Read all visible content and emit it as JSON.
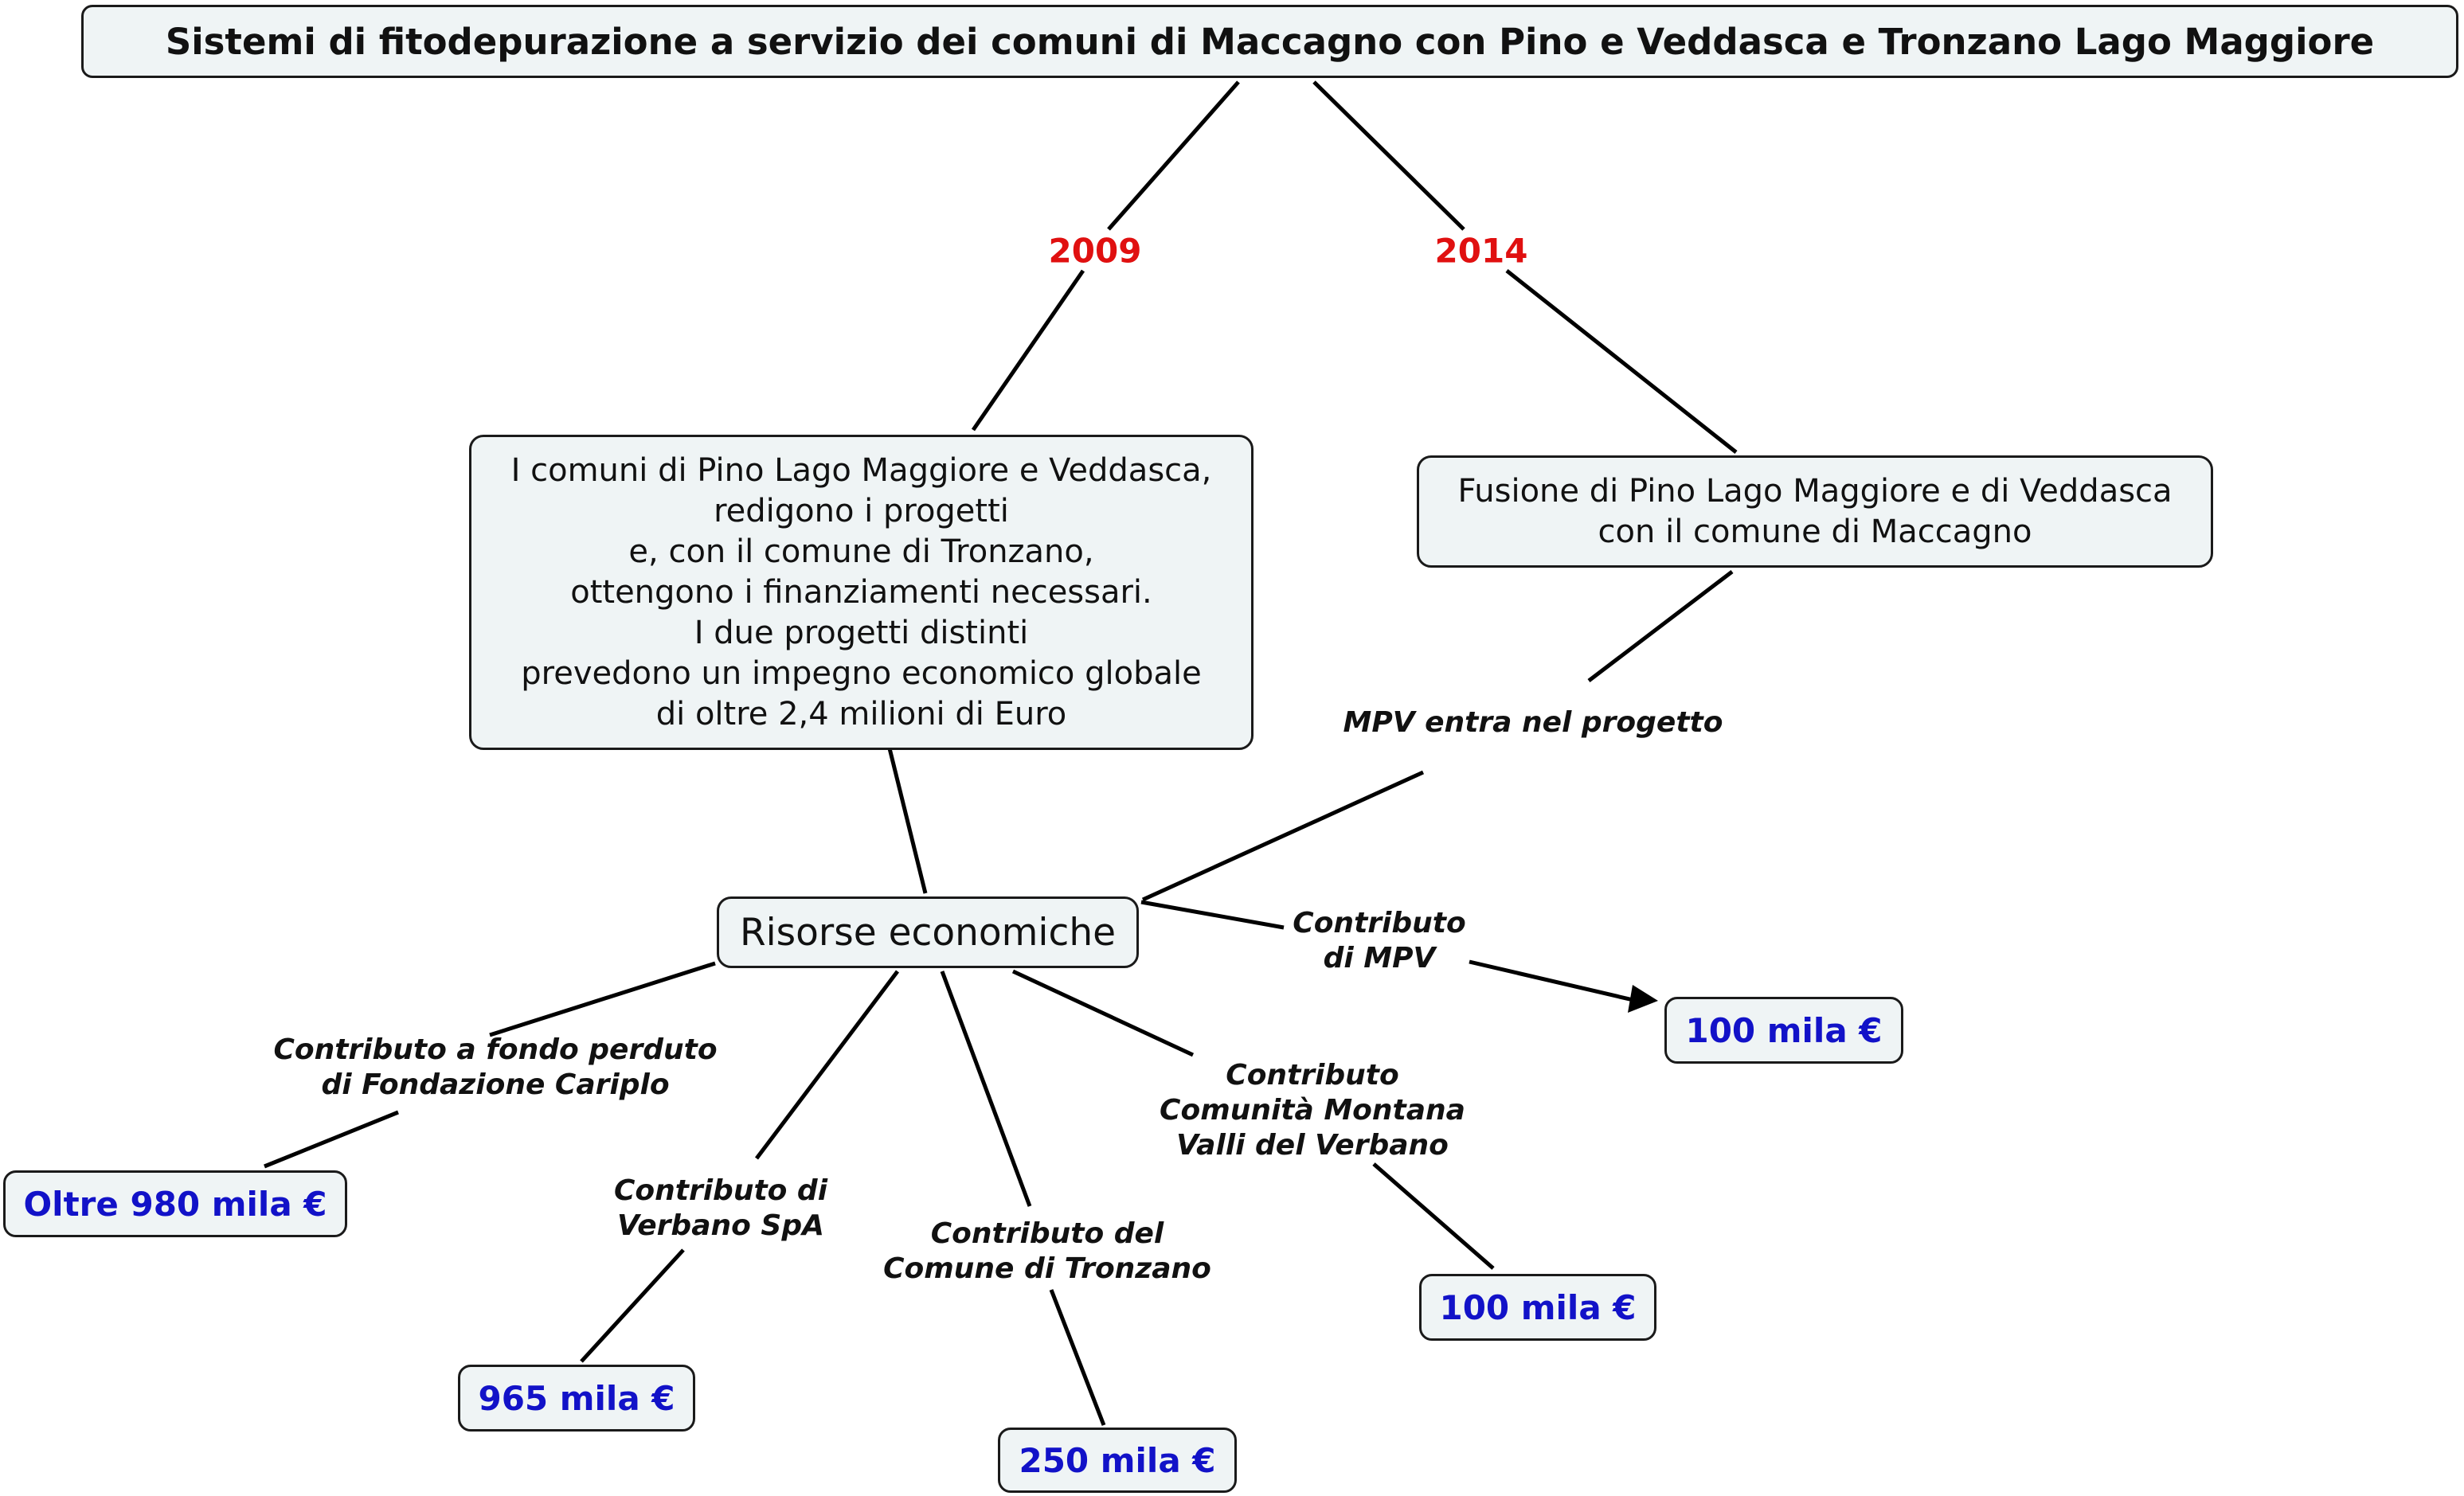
{
  "title": "Sistemi di fitodepurazione a servizio dei comuni di Maccagno con Pino e Veddasca e Tronzano Lago Maggiore",
  "years": {
    "left": "2009",
    "right": "2014"
  },
  "nodes": {
    "progetti": [
      "I comuni di Pino Lago Maggiore e Veddasca,",
      "redigono i progetti",
      "e, con il comune di Tronzano,",
      "ottengono i finanziamenti necessari.",
      "I due progetti distinti",
      "prevedono un impegno economico globale",
      "di oltre 2,4 milioni di Euro"
    ],
    "fusione": [
      "Fusione di Pino Lago Maggiore e di Veddasca",
      "con il comune di Maccagno"
    ],
    "risorse": "Risorse economiche"
  },
  "links": {
    "mpv_entra": "MPV entra nel progetto",
    "contributo_mpv": [
      "Contributo",
      "di MPV"
    ],
    "cariplo": [
      "Contributo a fondo perduto",
      "di Fondazione Cariplo"
    ],
    "verbano": [
      "Contributo di",
      "Verbano SpA"
    ],
    "tronzano": [
      "Contributo del",
      "Comune di Tronzano"
    ],
    "comunita": [
      "Contributo",
      "Comunità Montana",
      "Valli del Verbano"
    ]
  },
  "values": {
    "mpv": "100 mila €",
    "cariplo": "Oltre 980 mila €",
    "verbano": "965 mila €",
    "tronzano": "250 mila €",
    "comunita": "100 mila €"
  },
  "colors": {
    "node_fill": "#eff4f5",
    "year": "#e01010",
    "value": "#1212c8"
  }
}
